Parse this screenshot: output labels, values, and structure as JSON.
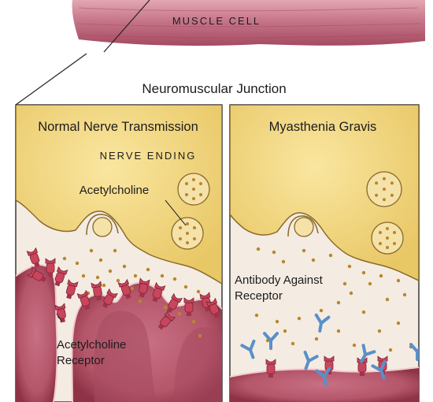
{
  "muscle_label": "MUSCLE CELL",
  "heading": "Neuromuscular Junction",
  "panels": [
    {
      "title": "Normal Nerve Transmission",
      "nerve_label": "NERVE ENDING",
      "vesicle_label": "Acetylcholine",
      "receptor_label_line1": "Acetylcholine",
      "receptor_label_line2": "Receptor"
    },
    {
      "title": "Myasthenia Gravis",
      "antibody_label_line1": "Antibody Against",
      "antibody_label_line2": "Receptor"
    }
  ],
  "colors": {
    "muscle": "#b5566a",
    "muscle_dark": "#8e3347",
    "nerve": "#f2d77e",
    "nerve_edge": "#8a6a2a",
    "cleft": "#f4ece2",
    "receptor": "#c9455c",
    "antibody": "#5b8fc9",
    "acetylcholine": "#b8862c"
  }
}
